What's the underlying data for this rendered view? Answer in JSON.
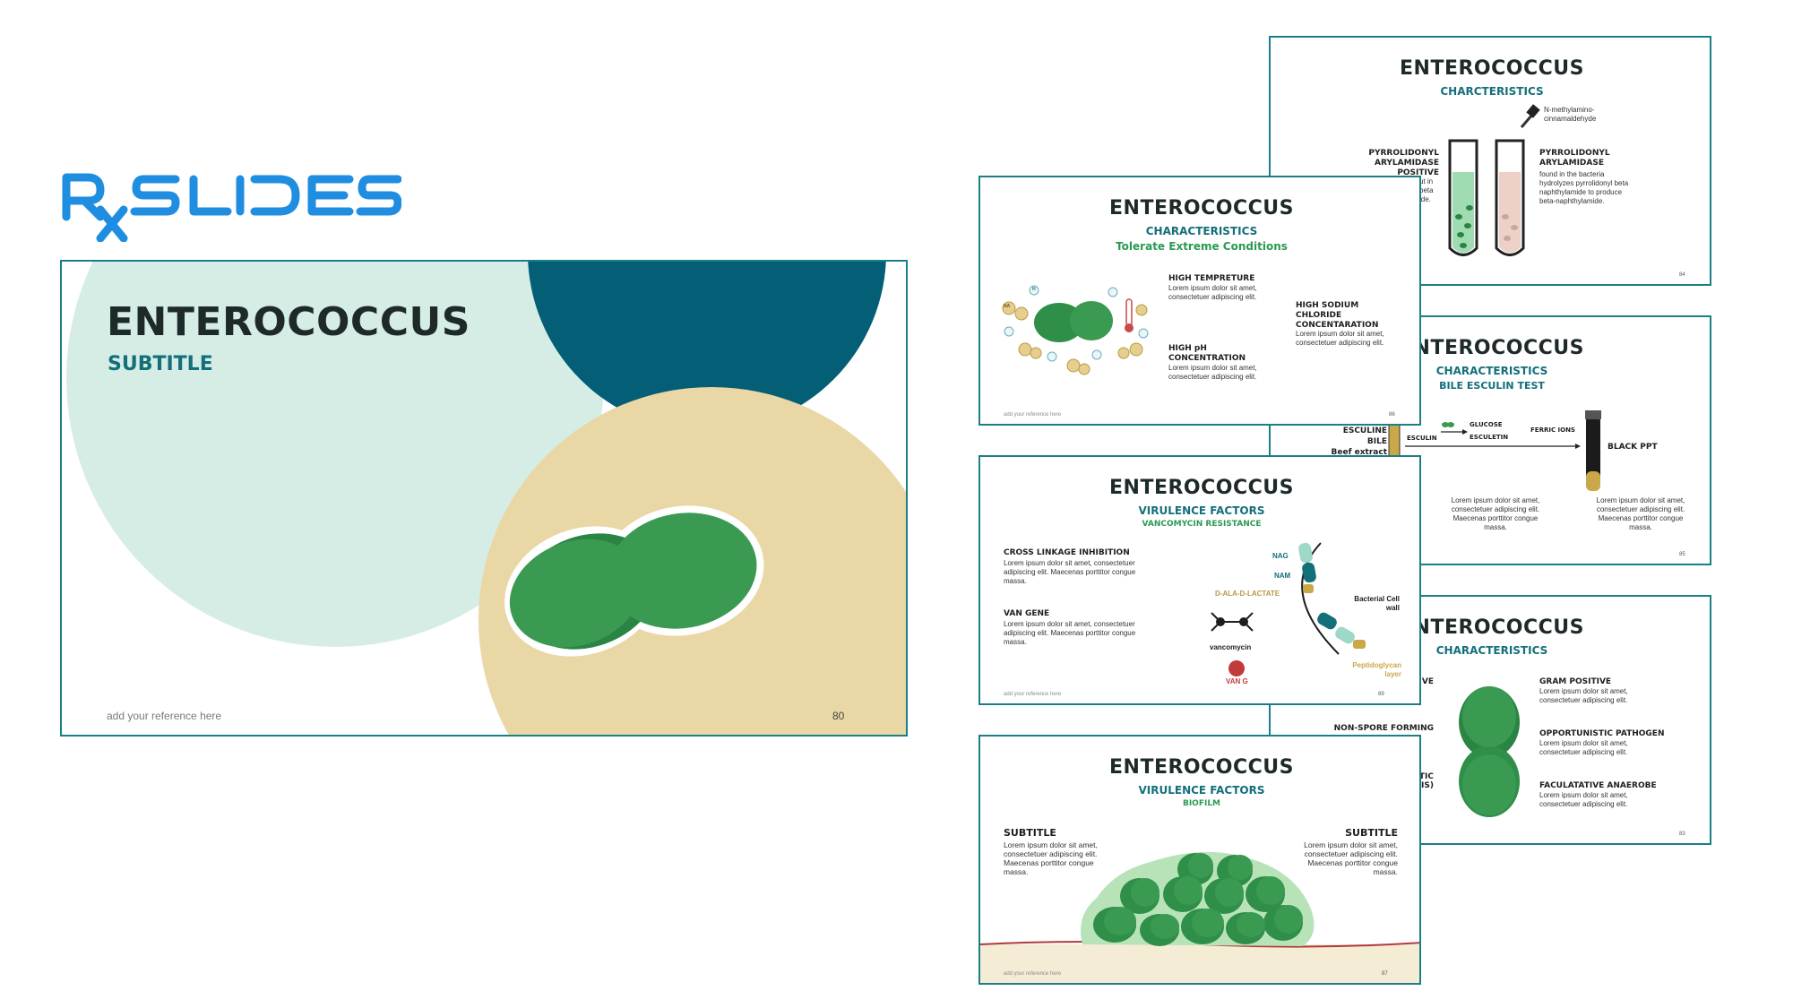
{
  "logo": {
    "text": "RX SLIDES",
    "color": "#1f8de0"
  },
  "main_slide": {
    "title": "ENTEROCOCCUS",
    "subtitle": "SUBTITLE",
    "reference": "add your reference here",
    "page": "80"
  },
  "slide_84": {
    "title": "ENTEROCOCCUS",
    "subtitle": "CHARCTERISTICS",
    "reagent": "N-methylamino-cinnamaldehyde",
    "left_heading": "PYRROLIDONYL ARYLAMIDASE POSITIVE",
    "left_text": "ut in beta ide.",
    "right_heading": "PYRROLIDONYL ARYLAMIDASE",
    "right_text": "found in the bacteria hydrolyzes pyrrolidonyl beta naphthylamide to produce beta-naphthylamide.",
    "page": "84"
  },
  "slide_86": {
    "title": "ENTEROCOCCUS",
    "subtitle": "CHARACTERISTICS",
    "subtitle2": "Tolerate Extreme Conditions",
    "items": [
      {
        "heading": "HIGH TEMPRETURE",
        "text": "Lorem ipsum dolor sit amet, consectetuer adipiscing elit."
      },
      {
        "heading": "HIGH SODIUM CHLORIDE CONCENTARATION",
        "text": "Lorem ipsum dolor sit amet, consectetuer adipiscing elit."
      },
      {
        "heading": "HIGH pH CONCENTRATION",
        "text": "Lorem ipsum dolor sit amet, consectetuer adipiscing elit."
      }
    ],
    "ion_h": "H",
    "ion_na": "NA",
    "reference": "add your reference here",
    "page": "86"
  },
  "slide_85": {
    "title": "ENTEROCOCCUS",
    "subtitle": "CHARACTERISTICS",
    "subtitle2": "BILE ESCULIN TEST",
    "left_labels": [
      "ESCULINE",
      "BILE",
      "Beef extract"
    ],
    "flow": {
      "esculin": "ESCULIN",
      "glucose": "GLUCOSE",
      "esculetin": "ESCULETIN",
      "ferric": "FERRIC IONS",
      "result": "BLACK PPT"
    },
    "text_left": "Lorem ipsum dolor sit amet, consectetuer adipiscing elit. Maecenas porttitor congue massa.",
    "text_right": "Lorem ipsum dolor sit amet, consectetuer adipiscing elit. Maecenas porttitor congue massa.",
    "page": "85"
  },
  "slide_89": {
    "title": "ENTEROCOCCUS",
    "subtitle": "VIRULENCE FACTORS",
    "subtitle2": "VANCOMYCIN RESISTANCE",
    "items": [
      {
        "heading": "CROSS LINKAGE INHIBITION",
        "text": "Lorem ipsum dolor sit amet, consectetuer adipiscing elit. Maecenas porttitor congue massa."
      },
      {
        "heading": "VAN GENE",
        "text": "Lorem ipsum dolor sit amet, consectetuer adipiscing elit. Maecenas porttitor congue massa."
      }
    ],
    "labels": {
      "nag": "NAG",
      "nam": "NAM",
      "dala": "D-ALA-D-LACTATE",
      "wall": "Bacterial Cell wall",
      "vanco": "vancomycin",
      "vang": "VAN G",
      "pepti": "Peptidoglycan layer"
    },
    "reference": "add your reference here",
    "page": "89"
  },
  "slide_83": {
    "title": "ENTEROCOCCUS",
    "subtitle": "CHARACTERISTICS",
    "left_items": [
      "IVE",
      "NON-SPORE FORMING",
      "TIC IS)"
    ],
    "items": [
      {
        "heading": "GRAM POSITIVE",
        "text": "Lorem ipsum dolor sit amet, consectetuer adipiscing elit."
      },
      {
        "heading": "OPPORTUNISTIC PATHOGEN",
        "text": "Lorem ipsum dolor sit amet, consectetuer adipiscing elit."
      },
      {
        "heading": "FACULATATIVE ANAEROBE",
        "text": "Lorem ipsum dolor sit amet, consectetuer adipiscing elit."
      }
    ],
    "page": "83"
  },
  "slide_87": {
    "title": "ENTEROCOCCUS",
    "subtitle": "VIRULENCE FACTORS",
    "subtitle2": "BIOFILM",
    "left_heading": "SUBTITLE",
    "left_text": "Lorem ipsum dolor sit amet, consectetuer adipiscing elit. Maecenas porttitor congue massa.",
    "right_heading": "SUBTITLE",
    "right_text": "Lorem ipsum dolor sit amet, consectetuer adipiscing elit. Maecenas porttitor congue massa.",
    "reference": "add your reference here",
    "page": "87"
  }
}
